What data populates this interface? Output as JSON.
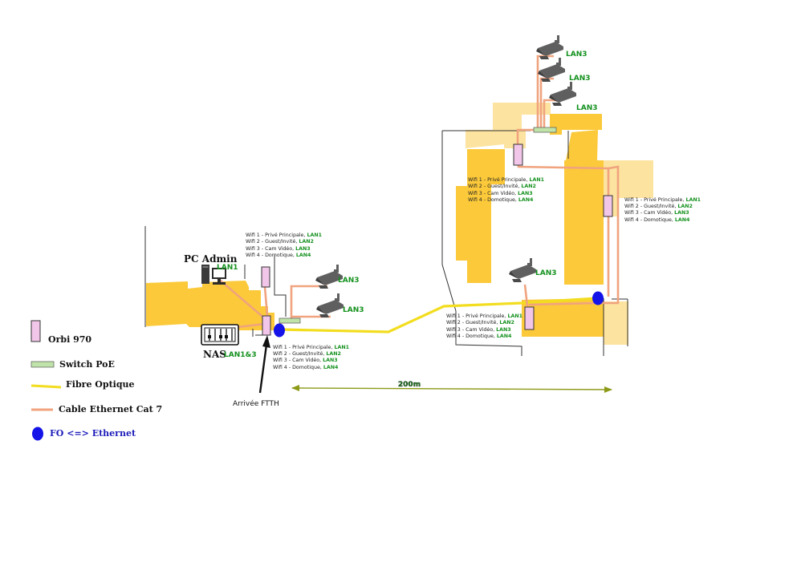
{
  "colors": {
    "building": "#fbc93a",
    "building_light": "#fde3a0",
    "ethernet": "#f0a37e",
    "fiber": "#f2dd1f",
    "orbi_fill": "#f2c6e8",
    "switch_fill": "#bfe3a9",
    "converter": "#1414e8",
    "lan_green": "#14911e",
    "distance_line": "#8d9a17",
    "legend_fo_text": "#1d1dba"
  },
  "site_labels": {
    "pc_admin": "PC Admin",
    "pc_admin_lan": "LAN1",
    "nas": "NAS",
    "nas_lan": "LAN1&3",
    "ftth": "Arrivée FTTH",
    "distance": "200m"
  },
  "cameras": [
    {
      "lan": "LAN3"
    },
    {
      "lan": "LAN3"
    },
    {
      "lan": "LAN3"
    },
    {
      "lan": "LAN3"
    },
    {
      "lan": "LAN3"
    },
    {
      "lan": "LAN3"
    }
  ],
  "wifi_blocks": [
    {
      "lines": [
        {
          "text": "Wifi 1 - Privé Principale, ",
          "lan": "LAN1"
        },
        {
          "text": "Wifi 2 - Guest/Invité, ",
          "lan": "LAN2"
        },
        {
          "text": "Wifi 3 - Cam Vidéo, ",
          "lan": "LAN3"
        },
        {
          "text": "Wifi 4 - Domotique, ",
          "lan": "LAN4"
        }
      ]
    },
    {
      "lines": [
        {
          "text": "Wifi 1 - Privé Principale, ",
          "lan": "LAN1"
        },
        {
          "text": "Wifi 2 - Guest/Invité, ",
          "lan": "LAN2"
        },
        {
          "text": "Wifi 3 - Cam Vidéo, ",
          "lan": "LAN3"
        },
        {
          "text": "Wifi 4 - Domotique, ",
          "lan": "LAN4"
        }
      ]
    },
    {
      "lines": [
        {
          "text": "Wifi 1 - Privé Principale, ",
          "lan": "LAN1"
        },
        {
          "text": "Wifi 2 - Guest/Invité, ",
          "lan": "LAN2"
        },
        {
          "text": "Wifi 3 - Cam Vidéo, ",
          "lan": "LAN3"
        },
        {
          "text": "Wifi 4 - Domotique, ",
          "lan": "LAN4"
        }
      ]
    },
    {
      "lines": [
        {
          "text": "Wifi 1 - Privé Principale, ",
          "lan": "LAN1"
        },
        {
          "text": "Wifi 2 - Guest/Invité, ",
          "lan": "LAN2"
        },
        {
          "text": "Wifi 3 - Cam Vidéo, ",
          "lan": "LAN3"
        },
        {
          "text": "Wifi 4 - Domotique, ",
          "lan": "LAN4"
        }
      ]
    },
    {
      "lines": [
        {
          "text": "Wifi 1 - Privé Principale, ",
          "lan": "LAN1"
        },
        {
          "text": "Wifi 2 - Guest/Invité, ",
          "lan": "LAN2"
        },
        {
          "text": "Wifi 3 - Cam Vidéo, ",
          "lan": "LAN3"
        },
        {
          "text": "Wifi 4 - Domotique, ",
          "lan": "LAN4"
        }
      ]
    }
  ],
  "legend": {
    "orbi": "Orbi 970",
    "switch": "Switch PoE",
    "fiber": "Fibre Optique",
    "ethernet": "Cable Ethernet Cat 7",
    "converter": "FO <=> Ethernet"
  }
}
